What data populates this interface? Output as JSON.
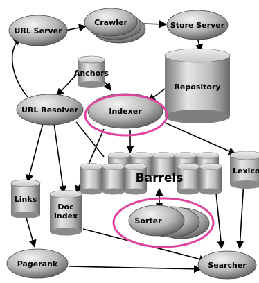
{
  "diagram": {
    "nodes": {
      "url_server": "URL Server",
      "crawler": "Crawler",
      "store_server": "Store Server",
      "anchors": "Anchors",
      "repository": "Repository",
      "url_resolver": "URL Resolver",
      "indexer": "Indexer",
      "barrels": "Barrels",
      "lexicon": "Lexicon",
      "links": "Links",
      "doc_index_line1": "Doc",
      "doc_index_line2": "Index",
      "sorter": "Sorter",
      "pagerank": "Pagerank",
      "searcher": "Searcher"
    },
    "colors": {
      "node_fill": "#b8b8b8",
      "node_dark": "#5a5a5a",
      "highlight": "#e0439f",
      "arrow": "#000000"
    }
  }
}
